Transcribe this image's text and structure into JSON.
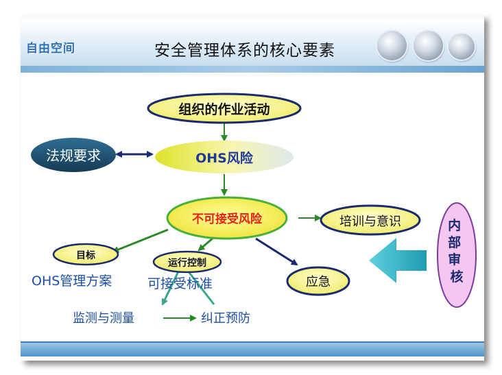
{
  "header": {
    "logo_text": "自由空间",
    "title": "安全管理体系的核心要素"
  },
  "nodes": {
    "org_activities": "组织的作业活动",
    "regulations": "法规要求",
    "ohs_risk": "OHS风险",
    "unacceptable_risk": "不可接受风险",
    "training": "培训与意识",
    "internal_audit": "内部审核",
    "objectives": "目标",
    "operation_control": "运行控制",
    "emergency": "应急",
    "ohs_program": "OHS管理方案",
    "acceptable_standard": "可接受标准",
    "monitoring": "监测与测量",
    "corrective": "纠正预防"
  },
  "colors": {
    "yellow_fill": "#f7f38a",
    "yellow_deep": "#e8e060",
    "navy": "#1a2a6e",
    "dark_teal": "#1f4e6e",
    "red_text": "#e8201a",
    "green_arrow": "#2a8a2a",
    "cyan_arrow": "#3cb8c8",
    "pink_fill": "#f4c6f0",
    "purple_border": "#7a3c9a",
    "blue_text": "#1e4fa8"
  }
}
